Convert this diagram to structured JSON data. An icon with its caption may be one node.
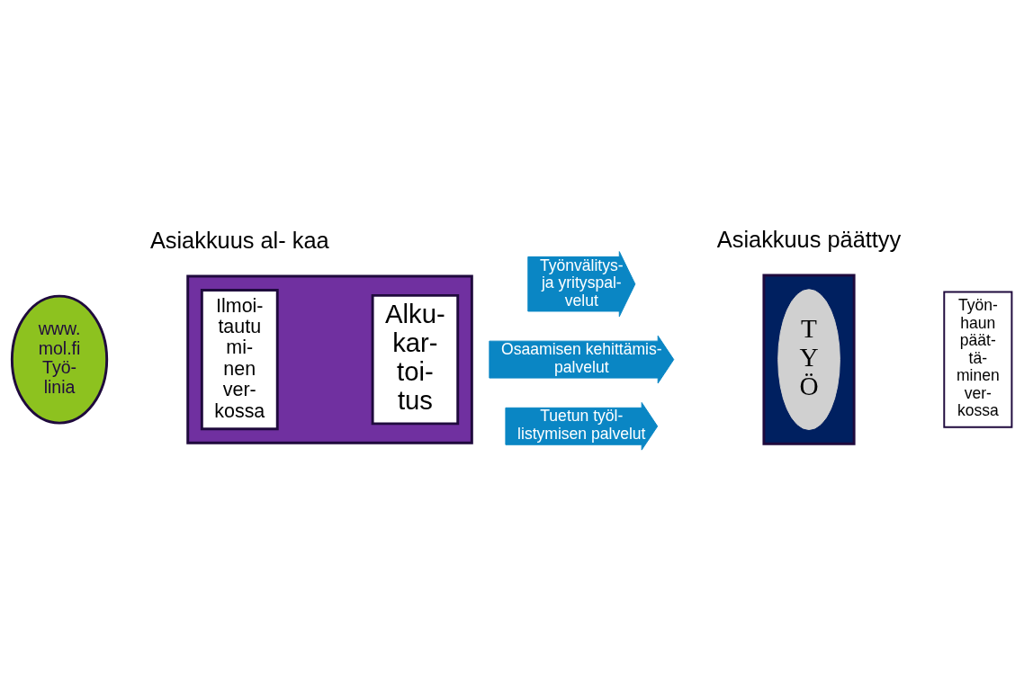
{
  "diagram": {
    "nodes": [
      {
        "text": [
          "www. mol.fi Työ- linia"
        ]
      },
      {
        "text": [],
        "shape": "box"
      },
      {
        "text": [
          "Ilmoi- tautu mi- nen ver- kossa"
        ],
        "in": 1
      },
      {
        "text": [
          "Alku- kar- toi- tus"
        ],
        "in": 1
      },
      {
        "text": [
          "Työnvälitys- ja yrityspal- velut"
        ]
      },
      {
        "text": [
          "Osaamisen kehittämis- palvelut"
        ]
      },
      {
        "text": [
          "Tuetun työl- listymisen palvelut"
        ]
      },
      {
        "text": [],
        "shape": "box"
      },
      {
        "text": [
          "T Y Ö"
        ],
        "in": 7
      },
      {
        "text": [
          "Työn- haun päät- tä- minen ver- kossa"
        ]
      }
    ],
    "edges": [],
    "labels": [
      "Asiakkuus al- kaa",
      "Asiakkuus päättyy"
    ]
  }
}
